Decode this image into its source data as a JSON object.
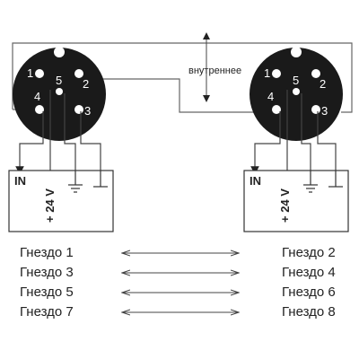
{
  "labels": {
    "internal": "внутреннее",
    "in": "IN",
    "v24": "+ 24 V"
  },
  "pins": [
    "1",
    "2",
    "3",
    "4",
    "5"
  ],
  "socket_pairs": [
    {
      "left": "Гнездо 1",
      "right": "Гнездо 2"
    },
    {
      "left": "Гнездо 3",
      "right": "Гнездо 4"
    },
    {
      "left": "Гнездо 5",
      "right": "Гнездо 6"
    },
    {
      "left": "Гнездо 7",
      "right": "Гнездо 8"
    }
  ]
}
